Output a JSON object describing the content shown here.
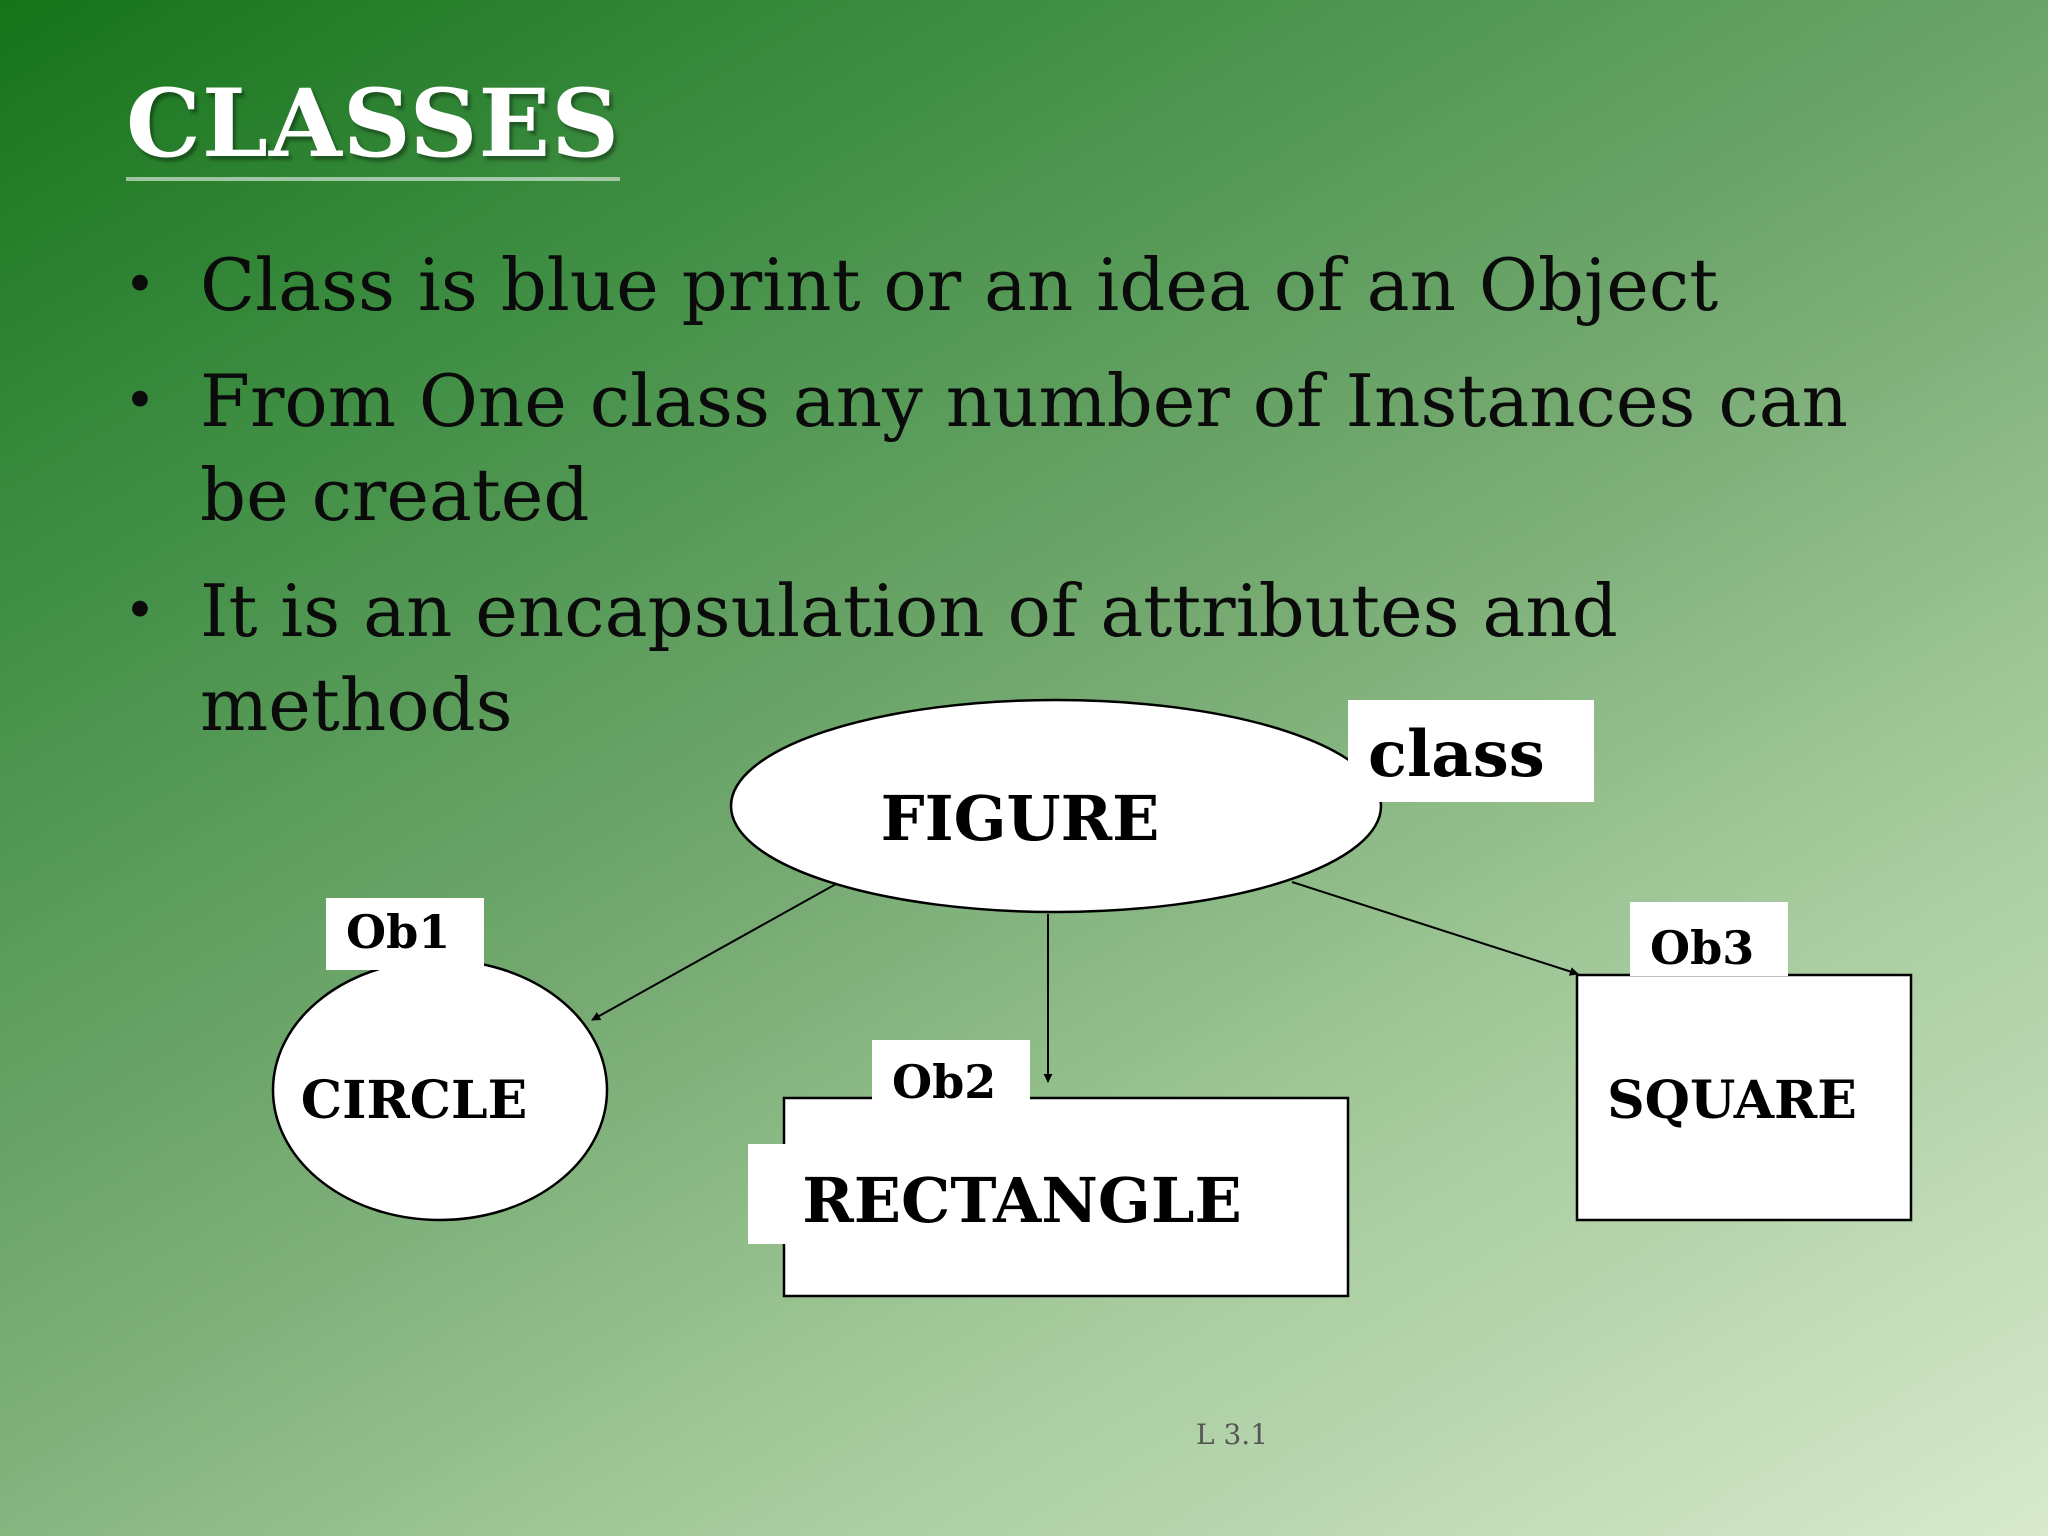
{
  "slide": {
    "title": "CLASSES",
    "bullets": [
      "Class is blue print or an idea of an Object",
      "From One class any number of Instances can be created",
      "It is an encapsulation of attributes and methods"
    ],
    "bullet_glyph": "•",
    "footer": "L 3.1"
  },
  "diagram": {
    "class_label": "class",
    "class_name": "FIGURE",
    "objects": [
      {
        "tag": "Ob1",
        "name": "CIRCLE"
      },
      {
        "tag": "Ob2",
        "name": "RECTANGLE"
      },
      {
        "tag": "Ob3",
        "name": "SQUARE"
      }
    ]
  },
  "colors": {
    "background_dark": "#16741a",
    "background_light": "#d8e9cd",
    "title_text": "#ffffff",
    "body_text": "#0b0b0b",
    "shape_fill": "#ffffff",
    "shape_stroke": "#000000"
  }
}
